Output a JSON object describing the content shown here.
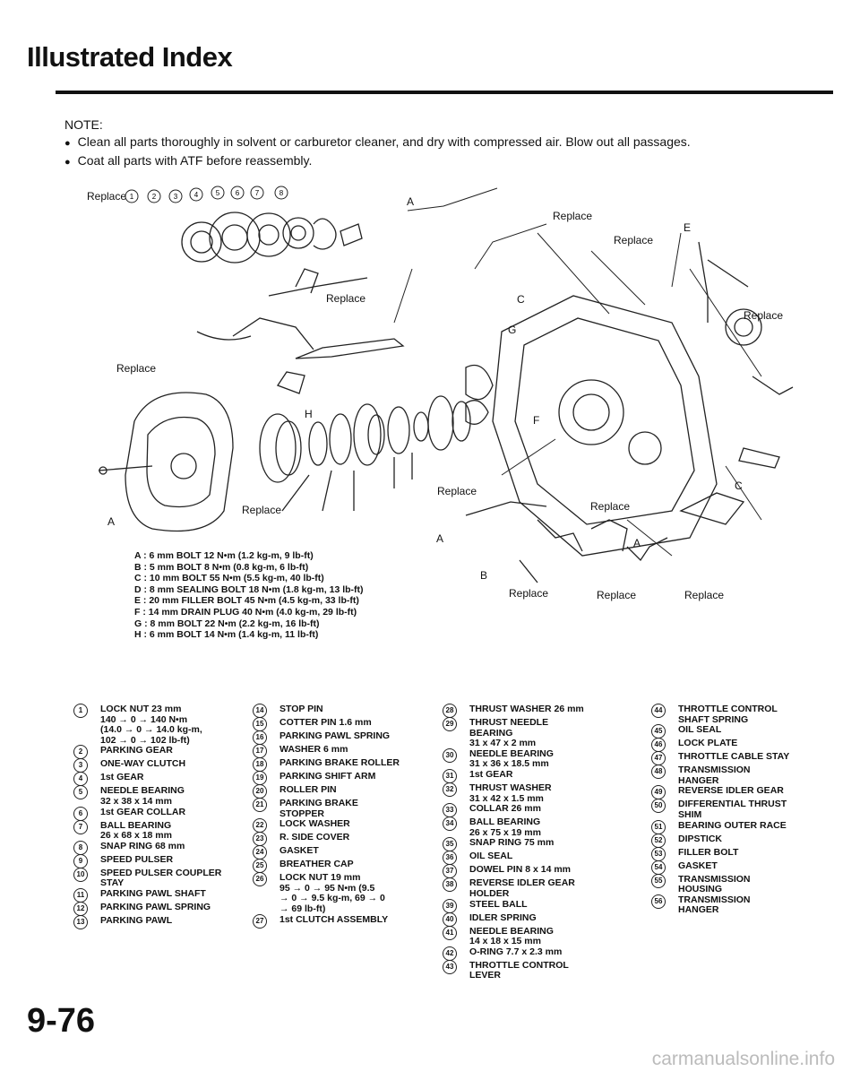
{
  "header": {
    "title": "Illustrated Index"
  },
  "note": {
    "heading": "NOTE:",
    "bullets": [
      "Clean all parts thoroughly in solvent or carburetor cleaner, and dry with compressed air. Blow out all passages.",
      "Coat all parts with ATF before reassembly."
    ]
  },
  "diagram": {
    "labels": {
      "replace": "Replace",
      "A": "A",
      "B": "B",
      "C": "C",
      "E": "E",
      "F": "F",
      "G": "G",
      "H": "H"
    },
    "callouts_top_row": [
      "1",
      "2",
      "3",
      "4",
      "5",
      "6",
      "7",
      "8"
    ]
  },
  "torque_specs": [
    "A : 6 mm BOLT 12 N•m (1.2 kg-m, 9 lb-ft)",
    "B : 5 mm BOLT 8 N•m (0.8 kg-m, 6 lb-ft)",
    "C : 10 mm BOLT 55 N•m (5.5 kg-m, 40 lb-ft)",
    "D : 8 mm SEALING BOLT 18 N•m (1.8 kg-m, 13 lb-ft)",
    "E : 20 mm FILLER BOLT 45 N•m (4.5 kg-m, 33 lb-ft)",
    "F : 14 mm DRAIN PLUG 40 N•m (4.0 kg-m, 29 lb-ft)",
    "G : 8 mm BOLT 22 N•m (2.2 kg-m, 16 lb-ft)",
    "H : 6 mm BOLT 14 N•m (1.4 kg-m, 11 lb-ft)"
  ],
  "legend": {
    "columns": [
      [
        {
          "n": "1",
          "text": "LOCK NUT 23 mm\n140 → 0 → 140 N•m\n(14.0 → 0 → 14.0 kg-m,\n102 → 0 → 102 lb-ft)"
        },
        {
          "n": "2",
          "text": "PARKING GEAR"
        },
        {
          "n": "3",
          "text": "ONE-WAY CLUTCH"
        },
        {
          "n": "4",
          "text": "1st GEAR"
        },
        {
          "n": "5",
          "text": "NEEDLE BEARING\n32 x 38 x 14 mm"
        },
        {
          "n": "6",
          "text": "1st GEAR COLLAR"
        },
        {
          "n": "7",
          "text": "BALL BEARING\n26 x 68 x 18 mm"
        },
        {
          "n": "8",
          "text": "SNAP RING 68 mm"
        },
        {
          "n": "9",
          "text": "SPEED PULSER"
        },
        {
          "n": "10",
          "text": "SPEED PULSER COUPLER\nSTAY"
        },
        {
          "n": "11",
          "text": "PARKING PAWL SHAFT"
        },
        {
          "n": "12",
          "text": "PARKING PAWL SPRING"
        },
        {
          "n": "13",
          "text": "PARKING PAWL"
        }
      ],
      [
        {
          "n": "14",
          "text": "STOP PIN"
        },
        {
          "n": "15",
          "text": "COTTER PIN 1.6 mm"
        },
        {
          "n": "16",
          "text": "PARKING PAWL SPRING"
        },
        {
          "n": "17",
          "text": "WASHER 6 mm"
        },
        {
          "n": "18",
          "text": "PARKING BRAKE ROLLER"
        },
        {
          "n": "19",
          "text": "PARKING SHIFT ARM"
        },
        {
          "n": "20",
          "text": "ROLLER PIN"
        },
        {
          "n": "21",
          "text": "PARKING BRAKE\nSTOPPER"
        },
        {
          "n": "22",
          "text": "LOCK WASHER"
        },
        {
          "n": "23",
          "text": "R. SIDE COVER"
        },
        {
          "n": "24",
          "text": "GASKET"
        },
        {
          "n": "25",
          "text": "BREATHER CAP"
        },
        {
          "n": "26",
          "text": "LOCK NUT 19 mm\n95 → 0 → 95 N•m (9.5\n→ 0 → 9.5 kg-m, 69 → 0\n→ 69 lb-ft)"
        },
        {
          "n": "27",
          "text": "1st CLUTCH ASSEMBLY"
        }
      ],
      [
        {
          "n": "28",
          "text": "THRUST WASHER 26 mm"
        },
        {
          "n": "29",
          "text": "THRUST NEEDLE\nBEARING\n31 x 47 x 2 mm"
        },
        {
          "n": "30",
          "text": "NEEDLE BEARING\n31 x 36 x 18.5 mm"
        },
        {
          "n": "31",
          "text": "1st GEAR"
        },
        {
          "n": "32",
          "text": "THRUST WASHER\n31 x 42 x 1.5 mm"
        },
        {
          "n": "33",
          "text": "COLLAR 26 mm"
        },
        {
          "n": "34",
          "text": "BALL BEARING\n26 x 75 x 19 mm"
        },
        {
          "n": "35",
          "text": "SNAP RING 75 mm"
        },
        {
          "n": "36",
          "text": "OIL SEAL"
        },
        {
          "n": "37",
          "text": "DOWEL PIN 8 x 14 mm"
        },
        {
          "n": "38",
          "text": "REVERSE IDLER GEAR\nHOLDER"
        },
        {
          "n": "39",
          "text": "STEEL BALL"
        },
        {
          "n": "40",
          "text": "IDLER SPRING"
        },
        {
          "n": "41",
          "text": "NEEDLE BEARING\n14 x 18 x 15 mm"
        },
        {
          "n": "42",
          "text": "O-RING 7.7 x 2.3 mm"
        },
        {
          "n": "43",
          "text": "THROTTLE CONTROL\nLEVER"
        }
      ],
      [
        {
          "n": "44",
          "text": "THROTTLE CONTROL\nSHAFT SPRING"
        },
        {
          "n": "45",
          "text": "OIL SEAL"
        },
        {
          "n": "46",
          "text": "LOCK PLATE"
        },
        {
          "n": "47",
          "text": "THROTTLE CABLE STAY"
        },
        {
          "n": "48",
          "text": "TRANSMISSION\nHANGER"
        },
        {
          "n": "49",
          "text": "REVERSE IDLER GEAR"
        },
        {
          "n": "50",
          "text": "DIFFERENTIAL THRUST\nSHIM"
        },
        {
          "n": "51",
          "text": "BEARING OUTER RACE"
        },
        {
          "n": "52",
          "text": "DIPSTICK"
        },
        {
          "n": "53",
          "text": "FILLER BOLT"
        },
        {
          "n": "54",
          "text": "GASKET"
        },
        {
          "n": "55",
          "text": "TRANSMISSION\nHOUSING"
        },
        {
          "n": "56",
          "text": "TRANSMISSION\nHANGER"
        }
      ]
    ]
  },
  "footer": {
    "page_number": "9-76",
    "watermark": "carmanualsonline.info"
  }
}
